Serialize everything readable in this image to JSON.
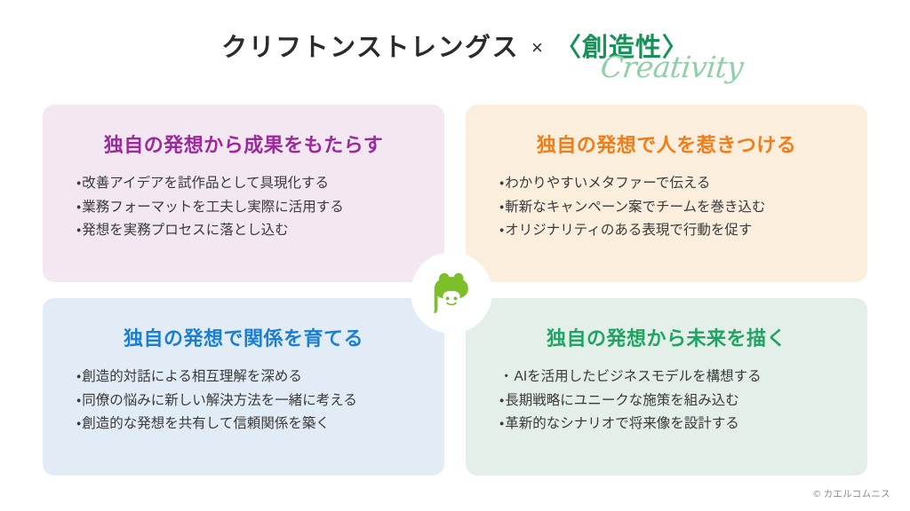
{
  "header": {
    "title_main": "クリフトンストレングス",
    "title_separator": "×",
    "title_theme": "〈創造性〉",
    "title_script": "Creativity",
    "theme_color": "#179158",
    "script_color": "#8fd0a8"
  },
  "cards": [
    {
      "id": "card-results",
      "position": "top-left",
      "title": "独自の発想から成果をもたらす",
      "title_color": "#9c2a9c",
      "background_color": "#f3e7f2",
      "bullets": [
        "改善アイデアを試作品として具現化する",
        "業務フォーマットを工夫し実際に活用する",
        "発想を実務プロセスに落とし込む"
      ]
    },
    {
      "id": "card-influencing",
      "position": "top-right",
      "title": "独自の発想で人を惹きつける",
      "title_color": "#f07d1a",
      "background_color": "#fceedd",
      "bullets": [
        "わかりやすいメタファーで伝える",
        "斬新なキャンペーン案でチームを巻き込む",
        "オリジナリティのある表現で行動を促す"
      ]
    },
    {
      "id": "card-relationship",
      "position": "bottom-left",
      "title": "独自の発想で関係を育てる",
      "title_color": "#1a7fd4",
      "background_color": "#e1ecf7",
      "bullets": [
        "創造的対話による相互理解を深める",
        "同僚の悩みに新しい解決方法を一緒に考える",
        "創造的な発想を共有して信頼関係を築く"
      ]
    },
    {
      "id": "card-strategic",
      "position": "bottom-right",
      "title": "独自の発想から未来を描く",
      "title_color": "#1fa463",
      "background_color": "#e3efe8",
      "bullets": [
        "AIを活用したビジネスモデルを構想する",
        "長期戦略にユニークな施策を組み込む",
        "革新的なシナリオで将来像を設計する"
      ]
    }
  ],
  "center_logo": {
    "icon": "frog-mascot-icon",
    "color": "#7cbf29"
  },
  "footer": {
    "copyright": "© カエルコムニス"
  },
  "bullet_marker": "・"
}
